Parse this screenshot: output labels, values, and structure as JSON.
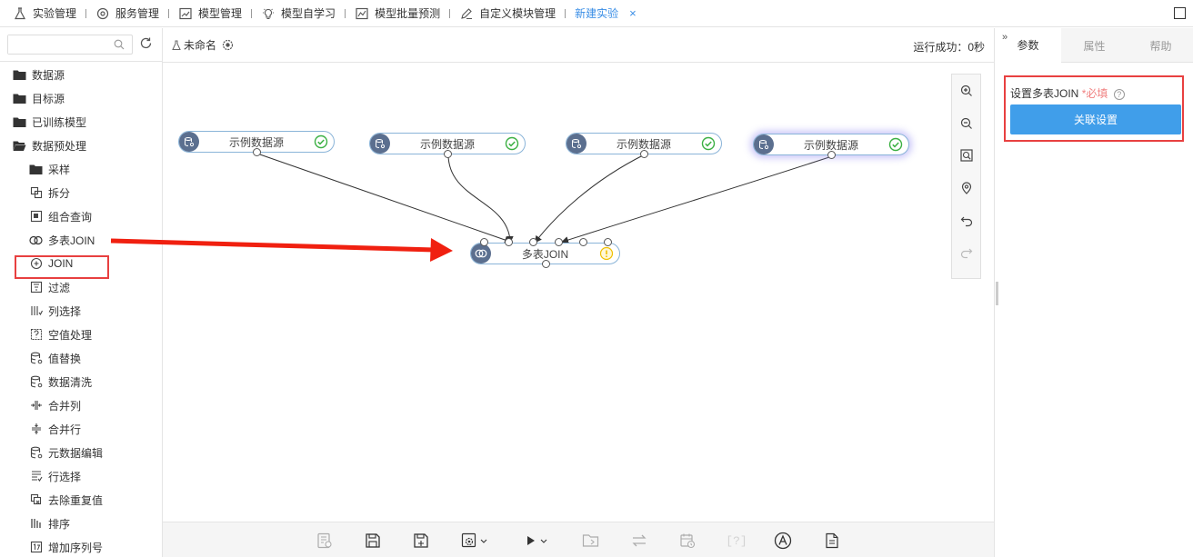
{
  "topnav": {
    "items": [
      {
        "label": "实验管理",
        "icon": "flask-icon"
      },
      {
        "label": "服务管理",
        "icon": "service-icon"
      },
      {
        "label": "模型管理",
        "icon": "chart-icon"
      },
      {
        "label": "模型自学习",
        "icon": "bulb-icon"
      },
      {
        "label": "模型批量预测",
        "icon": "linechart-icon"
      },
      {
        "label": "自定义模块管理",
        "icon": "edit-icon"
      }
    ],
    "active_tab": "新建实验",
    "close": "×"
  },
  "sidebar": {
    "search_placeholder": "",
    "tree": [
      {
        "label": "数据源",
        "icon": "folder-icon",
        "level": 0
      },
      {
        "label": "目标源",
        "icon": "folder-icon",
        "level": 0
      },
      {
        "label": "已训练模型",
        "icon": "folder-icon",
        "level": 0
      },
      {
        "label": "数据预处理",
        "icon": "folder-open-icon",
        "level": 0
      },
      {
        "label": "采样",
        "icon": "folder-icon",
        "level": 1
      },
      {
        "label": "拆分",
        "icon": "split-icon",
        "level": 1
      },
      {
        "label": "组合查询",
        "icon": "combine-icon",
        "level": 1
      },
      {
        "label": "多表JOIN",
        "icon": "join-icon",
        "level": 1
      },
      {
        "label": "JOIN",
        "icon": "plus-circle-icon",
        "level": 1
      },
      {
        "label": "过滤",
        "icon": "filter-icon",
        "level": 1
      },
      {
        "label": "列选择",
        "icon": "column-select-icon",
        "level": 1
      },
      {
        "label": "空值处理",
        "icon": "null-icon",
        "level": 1
      },
      {
        "label": "值替换",
        "icon": "database-icon",
        "level": 1
      },
      {
        "label": "数据清洗",
        "icon": "database-icon",
        "level": 1
      },
      {
        "label": "合并列",
        "icon": "merge-col-icon",
        "level": 1
      },
      {
        "label": "合并行",
        "icon": "merge-row-icon",
        "level": 1
      },
      {
        "label": "元数据编辑",
        "icon": "database-icon",
        "level": 1
      },
      {
        "label": "行选择",
        "icon": "row-select-icon",
        "level": 1
      },
      {
        "label": "去除重复值",
        "icon": "dedup-icon",
        "level": 1
      },
      {
        "label": "排序",
        "icon": "sort-icon",
        "level": 1
      },
      {
        "label": "增加序列号",
        "icon": "serial-icon",
        "level": 1
      }
    ]
  },
  "canvas_header": {
    "experiment_name": "未命名",
    "run_status": "运行成功：0秒"
  },
  "nodes": {
    "src1": "示例数据源",
    "src2": "示例数据源",
    "src3": "示例数据源",
    "src4": "示例数据源",
    "join": "多表JOIN"
  },
  "bottom_toolbar": {
    "help_text": "[?]"
  },
  "right_panel": {
    "tabs": [
      "参数",
      "属性",
      "帮助"
    ],
    "collapse": "»",
    "join_label": "设置多表JOIN",
    "required": "*必填",
    "help": "?",
    "button": "关联设置"
  },
  "colors": {
    "accent": "#409eea",
    "annotation": "#e84040",
    "node_icon": "#5b6f8f",
    "success": "#3cb043",
    "warning": "#f0c000"
  }
}
